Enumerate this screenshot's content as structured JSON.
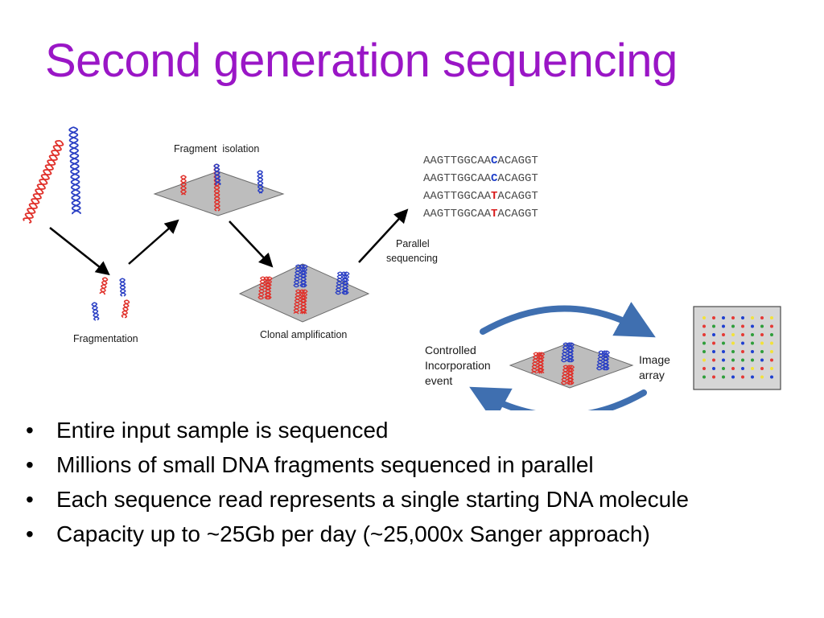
{
  "title": "Second generation sequencing",
  "labels": {
    "fragment_isolation": "Fragment  isolation",
    "fragmentation": "Fragmentation",
    "clonal_amplification": "Clonal amplification",
    "parallel": "Parallel",
    "sequencing": "sequencing",
    "controlled": "Controlled",
    "incorporation": "Incorporation",
    "event": "event",
    "image": "Image",
    "array": "array"
  },
  "reads": [
    {
      "pre": "AAGTTGGCAA",
      "base": "C",
      "post": "ACAGGT",
      "color": "#1f3fc9"
    },
    {
      "pre": "AAGTTGGCAA",
      "base": "C",
      "post": "ACAGGT",
      "color": "#1f3fc9"
    },
    {
      "pre": "AAGTTGGCAA",
      "base": "T",
      "post": "ACAGGT",
      "color": "#d81b1b"
    },
    {
      "pre": "AAGTTGGCAA",
      "base": "T",
      "post": "ACAGGT",
      "color": "#d81b1b"
    }
  ],
  "bullets": [
    "Entire input sample is sequenced",
    "Millions of small DNA fragments sequenced in parallel",
    "Each sequence read represents a single starting DNA molecule",
    "Capacity up to ~25Gb per day (~25,000x Sanger approach)"
  ],
  "colors": {
    "title": "#9a16c6",
    "dna_red": "#e0302a",
    "dna_blue": "#2a3fc4",
    "plate": "#bdbdbd",
    "cycle_arrow": "#3f6fb0"
  },
  "dot_colors": [
    "#e53935",
    "#1e3fd0",
    "#2e9e3a",
    "#f2e23a"
  ]
}
